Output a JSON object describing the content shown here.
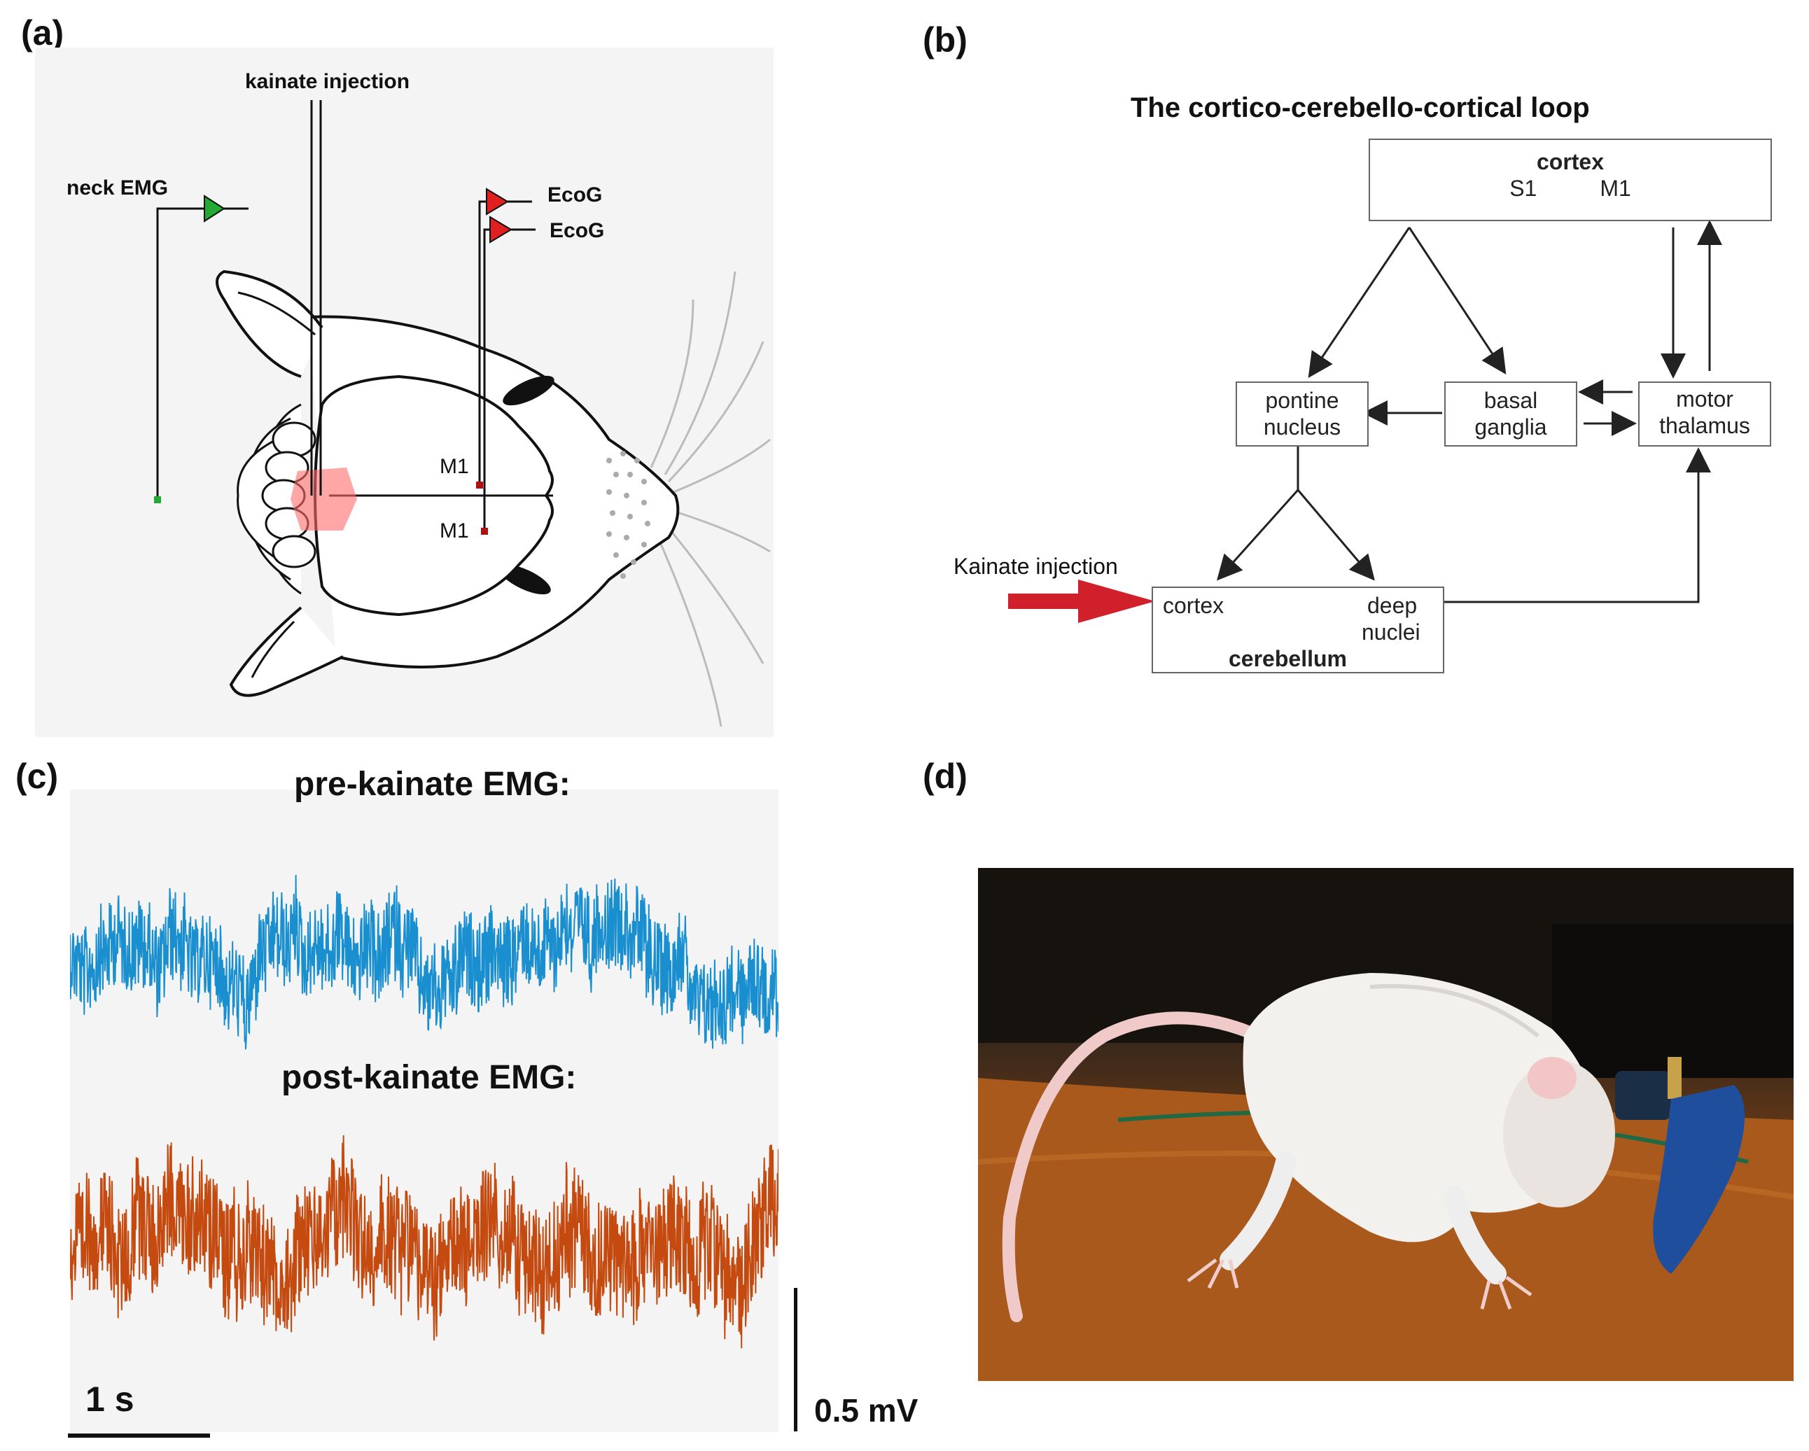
{
  "panels": {
    "a": {
      "label": "(a)",
      "kainate_injection": "kainate injection",
      "neck_emg": "neck EMG",
      "ecog_1": "EcoG",
      "ecog_2": "EcoG",
      "m1_top": "M1",
      "m1_bottom": "M1"
    },
    "b": {
      "label": "(b)",
      "title": "The cortico-cerebello-cortical loop",
      "cortex_box": {
        "title": "cortex",
        "s1": "S1",
        "m1": "M1"
      },
      "pontine": {
        "line1": "pontine",
        "line2": "nucleus"
      },
      "basal": {
        "line1": "basal",
        "line2": "ganglia"
      },
      "thalamus": {
        "line1": "motor",
        "line2": "thalamus"
      },
      "cerebellum": {
        "cortex": "cortex",
        "deep1": "deep",
        "deep2": "nuclei",
        "title": "cerebellum",
        "inhibit": "−"
      },
      "kainate": "Kainate injection",
      "colors": {
        "arrow": "#d0202c"
      }
    },
    "c": {
      "label": "(c)",
      "pre_title": "pre-kainate EMG:",
      "post_title": "post-kainate EMG:",
      "time_scale": "1 s",
      "amp_scale": "0.5 mV",
      "colors": {
        "pre": "#1a8fd0",
        "post": "#c44a10"
      }
    },
    "d": {
      "label": "(d)"
    }
  },
  "colors": {
    "emg_marker": "#22aa33",
    "ecog_marker": "#e02020",
    "injection_zone": "#ff6b6b"
  }
}
